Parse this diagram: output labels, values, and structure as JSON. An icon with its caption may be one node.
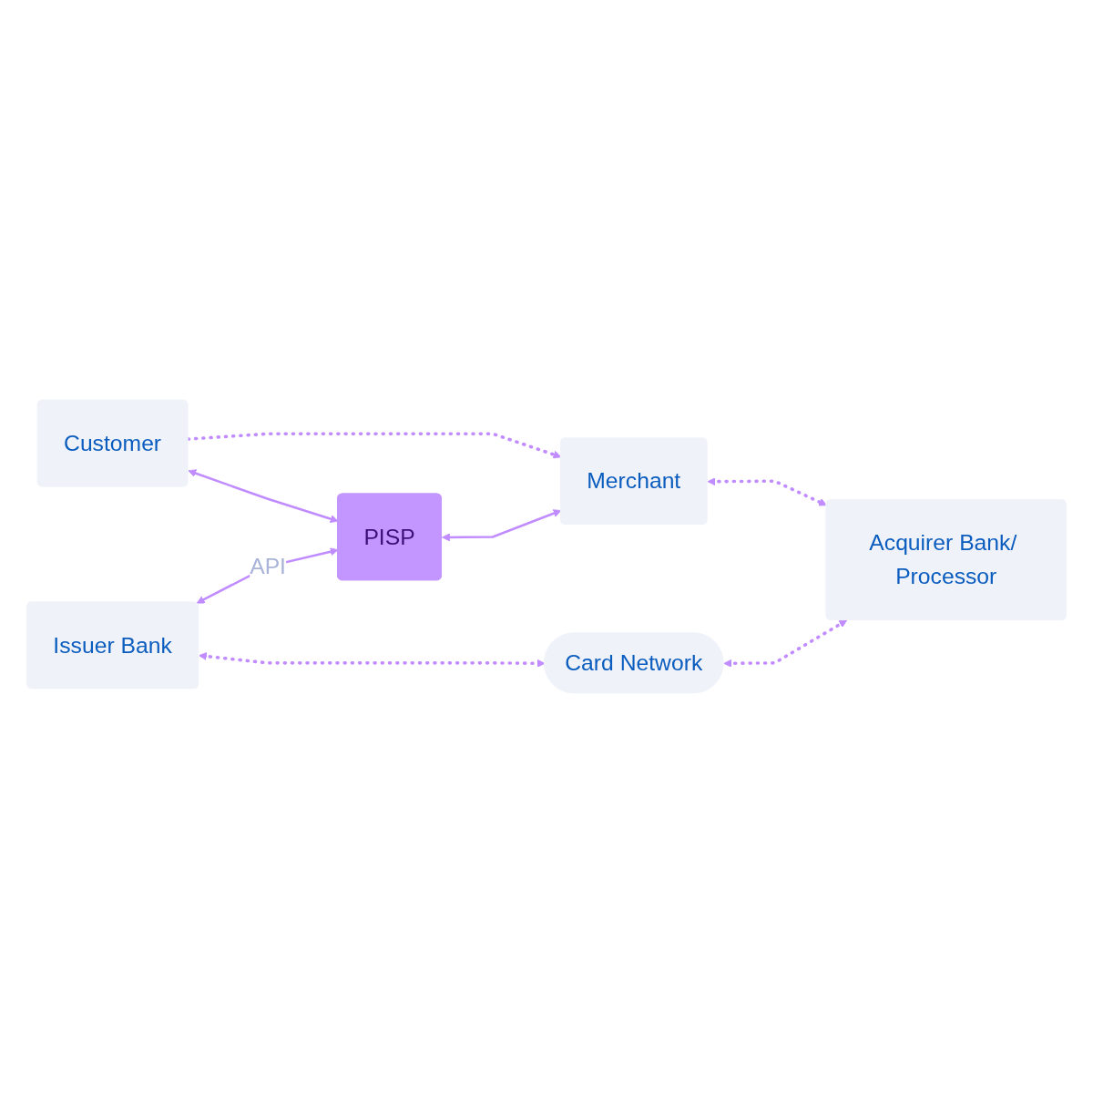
{
  "diagram": {
    "nodes": [
      {
        "text": [
          "Customer"
        ]
      },
      {
        "text": [
          "Merchant"
        ]
      },
      {
        "text": [
          "PISP"
        ]
      },
      {
        "text": [
          "Issuer Bank"
        ]
      },
      {
        "text": [
          "Acquirer Bank/ Processor"
        ]
      },
      {
        "text": [
          "Card Network"
        ]
      }
    ],
    "edges": [
      {
        "from": 0,
        "to": 1,
        "arrow": "to",
        "style": "dashed"
      },
      {
        "from": 0,
        "to": 2,
        "arrow": "both"
      },
      {
        "from": 2,
        "to": 1,
        "arrow": "both"
      },
      {
        "from": 1,
        "to": 4,
        "arrow": "both",
        "style": "dashed"
      },
      {
        "from": 3,
        "to": 2,
        "arrow": "both",
        "label": "API"
      },
      {
        "from": 3,
        "to": 5,
        "arrow": "both",
        "style": "dashed"
      },
      {
        "from": 5,
        "to": 4,
        "arrow": "both",
        "style": "dashed"
      }
    ]
  }
}
